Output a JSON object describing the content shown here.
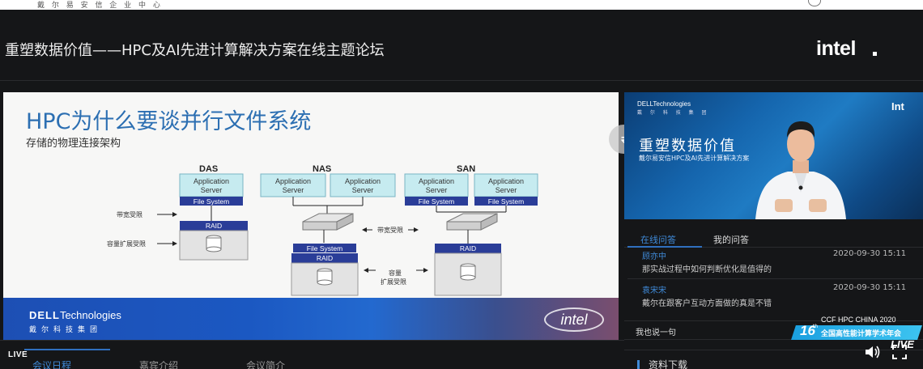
{
  "top_strip": {
    "text": "戴 尔 易 安 信 企 业 中 心"
  },
  "header": {
    "title": "重塑数据价值——HPC及AI先进计算解决方案在线主题论坛",
    "brand_logo": "intel"
  },
  "slide": {
    "title": "HPC为什么要谈并行文件系统",
    "subtitle": "存储的物理连接架构",
    "diagram": {
      "columns": {
        "das": "DAS",
        "nas": "NAS",
        "san": "SAN"
      },
      "app_server": [
        "Application",
        "Server"
      ],
      "file_system": "File System",
      "raid": "RAID",
      "bandwidth_limited": "带宽受限",
      "capacity_limited": "容量扩展受限",
      "capacity_limited_l1": "容量",
      "capacity_limited_l2": "扩展受限"
    },
    "footer": {
      "dell_brand_bold": "DELL",
      "dell_brand_rest": "Technologies",
      "dell_cn": "戴尔科技集团",
      "intel": "intel"
    }
  },
  "swap_icon": "swap-arrows-icon",
  "video": {
    "dell_brand": "DELLTechnologies",
    "dell_cn": "戴 尔 科 技 集 团",
    "intel": "Int",
    "title": "重塑数据价值",
    "subtitle": "戴尔易安信HPC及AI先进计算解决方案"
  },
  "chat": {
    "tabs": [
      "在线问答",
      "我的问答"
    ],
    "messages": [
      {
        "user": "顾亦中",
        "time": "2020-09-30 15:11",
        "text": "那实战过程中如何判断优化是值得的"
      },
      {
        "user": "袁宋宋",
        "time": "2020-09-30 15:11",
        "text": "戴尔在跟客户互动方面做的真是不错"
      }
    ],
    "input_placeholder": "我也说一句",
    "download_label": "资料下载"
  },
  "bottom": {
    "live_label": "LIVE",
    "tabs": [
      "会议日程",
      "嘉宾介绍",
      "会议简介"
    ]
  },
  "ccf_badge": {
    "top": "CCF HPC CHINA 2020",
    "number": "16",
    "sup": "th",
    "cn": "全国高性能计算学术年会",
    "live": "LIVE"
  }
}
